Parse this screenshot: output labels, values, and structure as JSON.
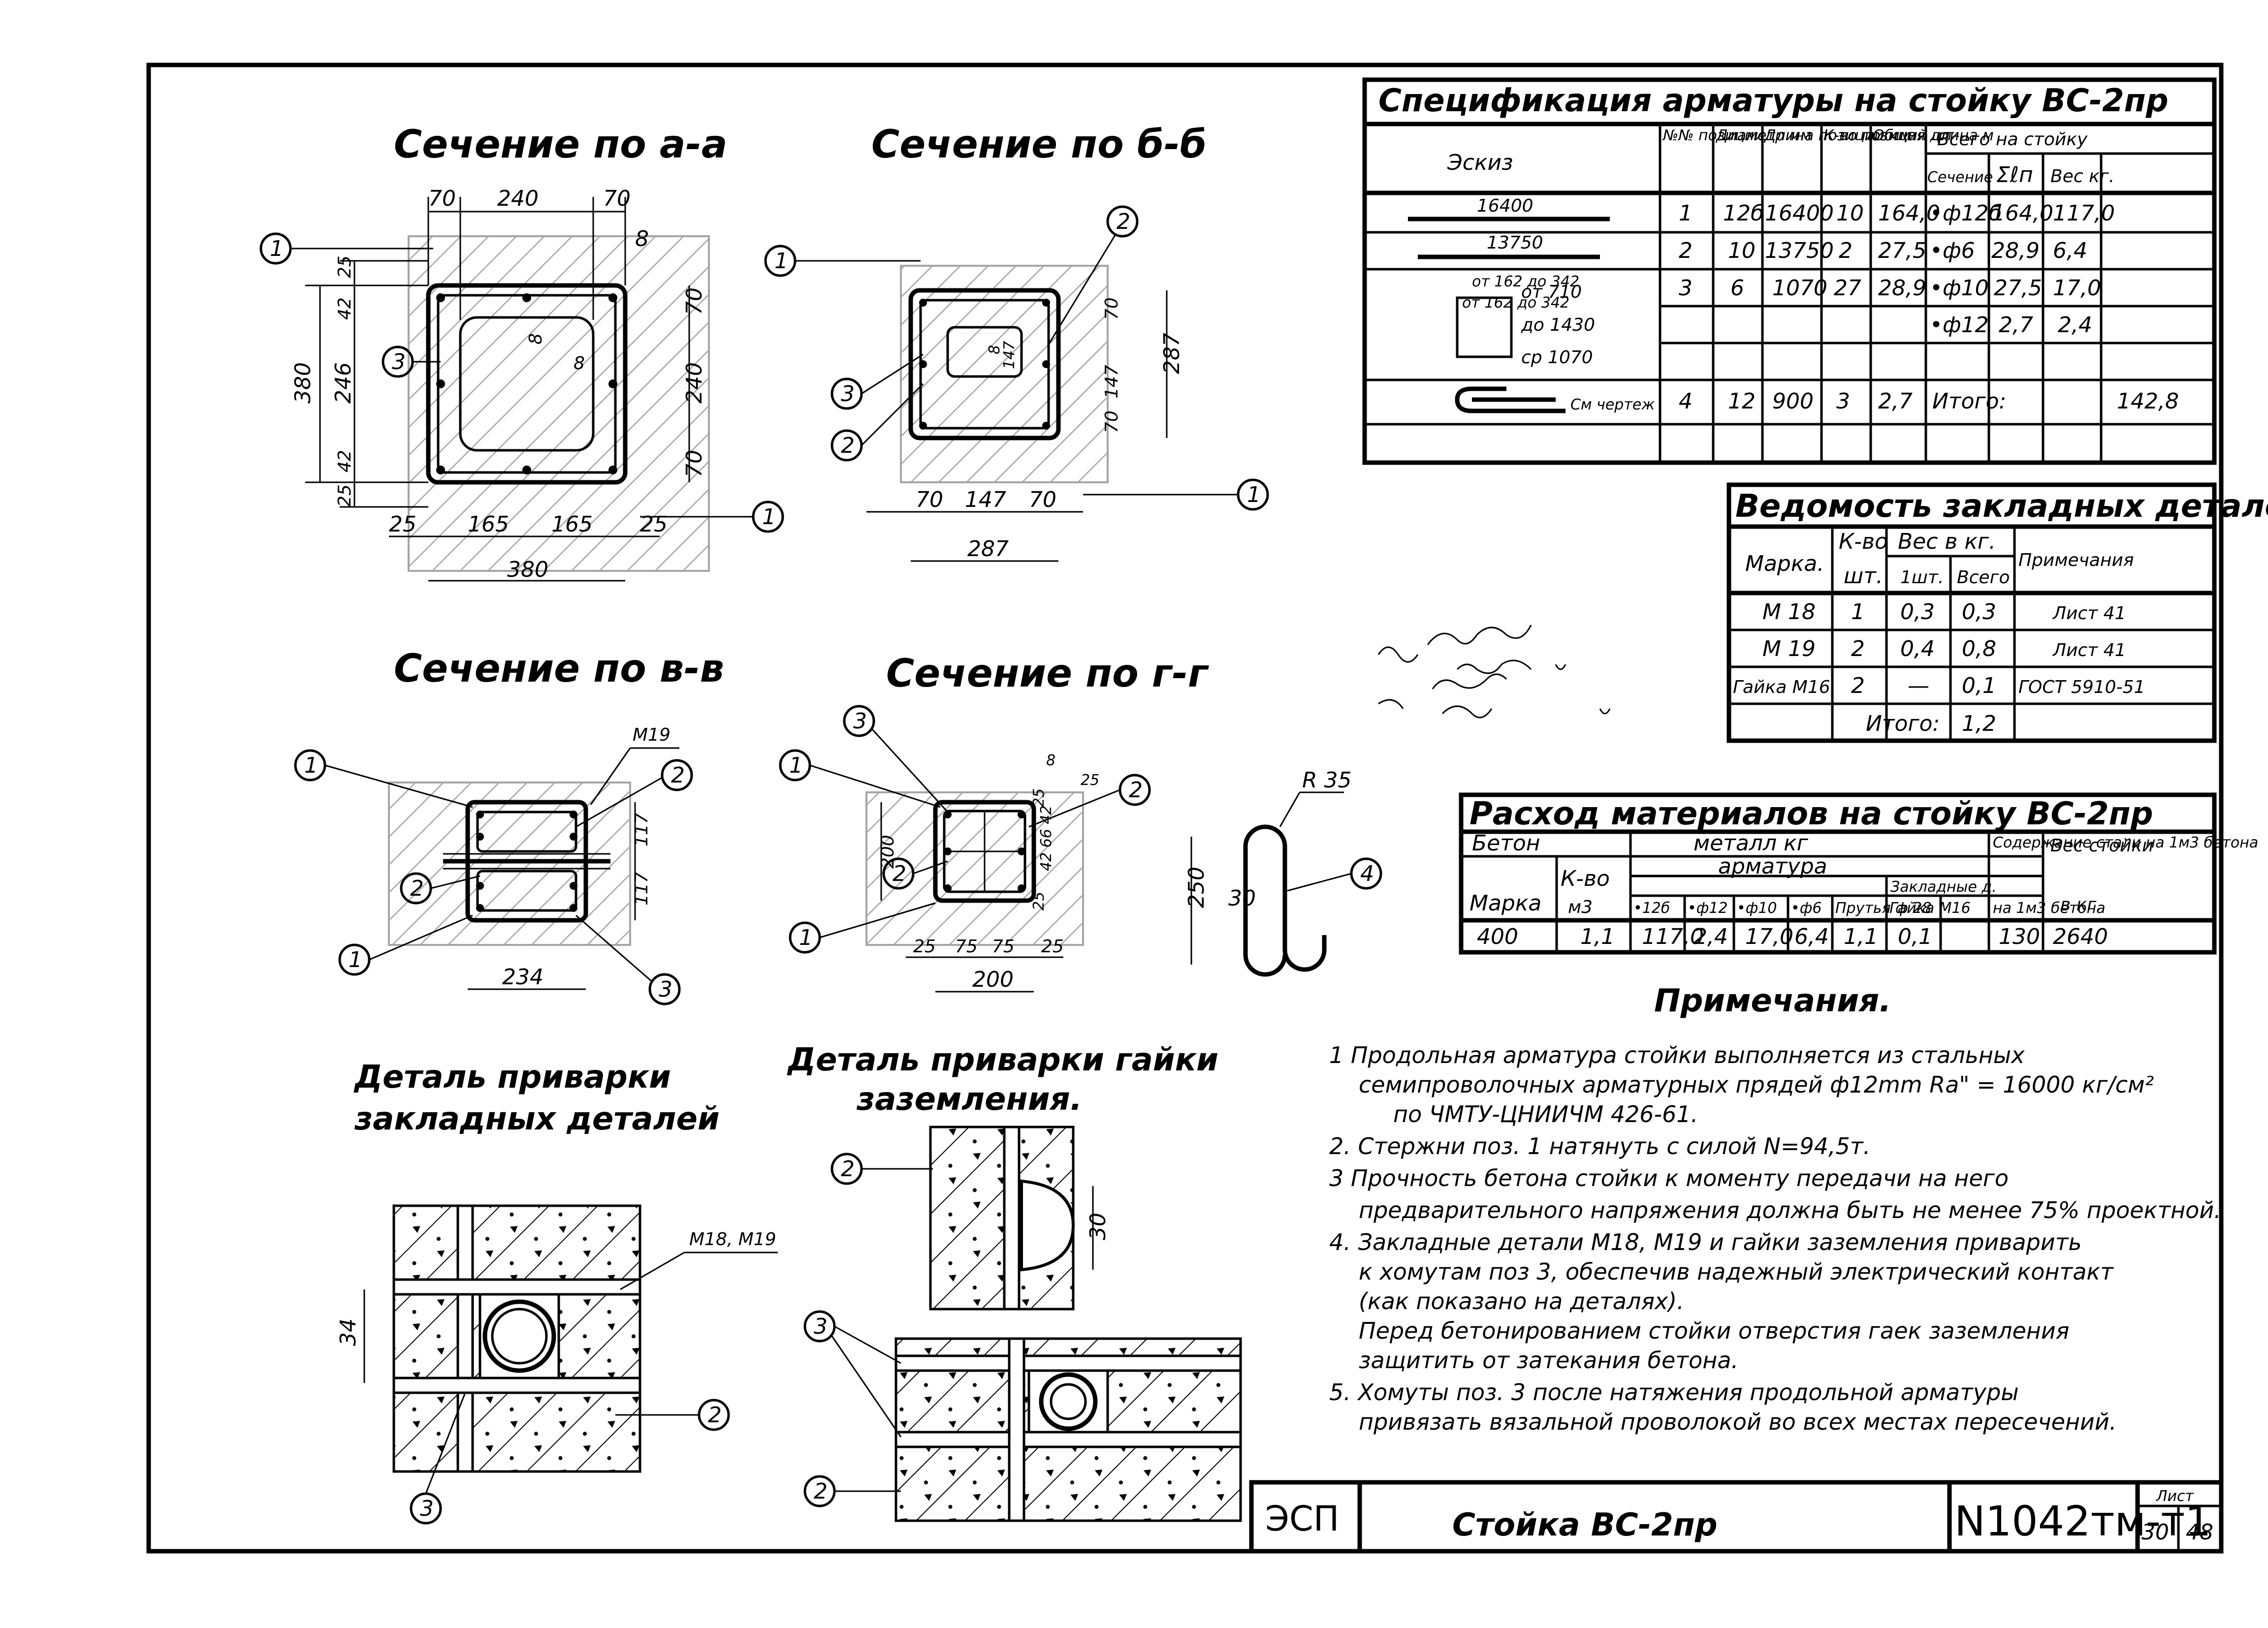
{
  "sections": {
    "a_a": {
      "title": "Сечение по а-а",
      "dims": [
        "70",
        "240",
        "70",
        "8",
        "380",
        "246",
        "25",
        "42",
        "42",
        "25",
        "240",
        "70",
        "70",
        "8",
        "8",
        "25",
        "165",
        "165",
        "25",
        "380"
      ],
      "callouts": [
        "1",
        "3",
        "1"
      ]
    },
    "b_b": {
      "title": "Сечение по б-б",
      "dims": [
        "287",
        "70",
        "147",
        "70",
        "8",
        "147",
        "70",
        "147",
        "70",
        "287"
      ],
      "callouts": [
        "1",
        "2",
        "3",
        "2",
        "1"
      ]
    },
    "v_v": {
      "title": "Сечение по в-в",
      "dims": [
        "117",
        "117",
        "234"
      ],
      "labels": [
        "М19"
      ],
      "callouts": [
        "1",
        "2",
        "2",
        "1",
        "3"
      ]
    },
    "g_g": {
      "title": "Сечение по г-г",
      "dims": [
        "200",
        "25",
        "42 66 42",
        "25",
        "8",
        "25",
        "25",
        "75",
        "75",
        "25",
        "200"
      ],
      "callouts": [
        "3",
        "1",
        "2",
        "2",
        "1"
      ]
    }
  },
  "hook": {
    "dims": [
      "250",
      "30",
      "R 35"
    ],
    "callout": "4"
  },
  "detail_embedded": {
    "title_line1": "Деталь приварки",
    "title_line2": "закладных деталей",
    "dims": [
      "34"
    ],
    "labels": [
      "М18, М19"
    ],
    "callouts": [
      "2",
      "3"
    ]
  },
  "detail_nut": {
    "title_line1": "Деталь приварки гайки",
    "title_line2": "заземления.",
    "dims": [
      "30"
    ],
    "callouts": [
      "2",
      "3",
      "2"
    ]
  },
  "spec_table": {
    "title": "Спецификация арматуры на стойку ВС-2пр",
    "headers": [
      "Эскиз",
      "№№ позиции",
      "Диаметр мм",
      "Длина позиции мм",
      "К-во позиций шт",
      "Общая длина м",
      "Всего на стойку",
      "Сечение",
      "Σℓп",
      "Вес кг."
    ],
    "sketch": [
      "16400",
      "13750",
      "от 162 до 342",
      "от 162 до 342",
      "от 710",
      "до 1430",
      "ср 1070",
      "См чертеж"
    ],
    "rows": [
      [
        "1",
        "12б",
        "16400",
        "10",
        "164,0",
        "•ф12б",
        "164,0",
        "117,0"
      ],
      [
        "2",
        "10",
        "13750",
        "2",
        "27,5",
        "•ф6",
        "28,9",
        "6,4"
      ],
      [
        "3",
        "6",
        "1070",
        "27",
        "28,9",
        "•ф10",
        "27,5",
        "17,0"
      ],
      [
        "",
        "",
        "",
        "",
        "",
        "•ф12",
        "2,7",
        "2,4"
      ],
      [
        "4",
        "12",
        "900",
        "3",
        "2,7",
        "",
        "",
        ""
      ]
    ],
    "total_label": "Итого:",
    "total_value": "142,8"
  },
  "embedded_table": {
    "title": "Ведомость закладных деталей.",
    "headers": [
      "Марка.",
      "К-во",
      "шт.",
      "Вес в кг.",
      "1шт.",
      "Всего",
      "Примечания"
    ],
    "rows": [
      [
        "М 18",
        "1",
        "0,3",
        "0,3",
        "Лист 41"
      ],
      [
        "М 19",
        "2",
        "0,4",
        "0,8",
        "Лист 41"
      ],
      [
        "Гайка М16",
        "2",
        "—",
        "0,1",
        "ГОСТ 5910-51"
      ]
    ],
    "total_label": "Итого:",
    "total_value": "1,2"
  },
  "materials_table": {
    "title": "Расход материалов на стойку ВС-2пр",
    "headers": {
      "concrete": "Бетон",
      "metal": "металл кг",
      "rebar": "арматура",
      "embedded": "Закладные д.",
      "steel_content": "Содержание стали на 1м3 бетона",
      "post_weight": "Вес стойки",
      "mark": "Марка",
      "count": "К-во",
      "count_unit": "м3",
      "d12b": "•12б",
      "d12": "•ф12",
      "d10": "•ф10",
      "d6": "•ф6",
      "rods": "Прутья ф 28",
      "nut": "Гайка М16",
      "per_m3": "на 1м3 бетона",
      "weight_unit": "в кг."
    },
    "row": [
      "400",
      "1,1",
      "117,0",
      "2,4",
      "17,0",
      "6,4",
      "1,1",
      "0,1",
      "130",
      "2640"
    ]
  },
  "notes": {
    "title": "Примечания.",
    "lines": [
      "1 Продольная арматура стойки выполняется из стальных",
      "семипроволочных арматурных прядей ф12mm Ra\" = 16000 кг/см²",
      "по ЧМТУ-ЦНИИЧМ 426-61.",
      "2. Стержни поз. 1 натянуть с силой N=94,5т.",
      "3 Прочность бетона стойки к моменту передачи на него",
      "предварительного напряжения должна быть не менее 75% проектной.",
      "4. Закладные детали М18, М19 и гайки заземления приварить",
      "к хомутам поз 3, обеспечив надежный электрический контакт",
      "(как показано на деталях).",
      "Перед бетонированием стойки отверстия гаек заземления",
      "защитить от затекания бетона.",
      "5. Хомуты поз. 3 после натяжения продольной арматуры",
      "привязать вязальной проволокой во всех местах пересечений."
    ]
  },
  "title_block": {
    "org": "ЭСП",
    "title": "Стойка ВС-2пр",
    "doc_number": "N1042тм-т1",
    "sheet_label": "Лист",
    "sheet_number": "30",
    "sheet_total": "48"
  }
}
